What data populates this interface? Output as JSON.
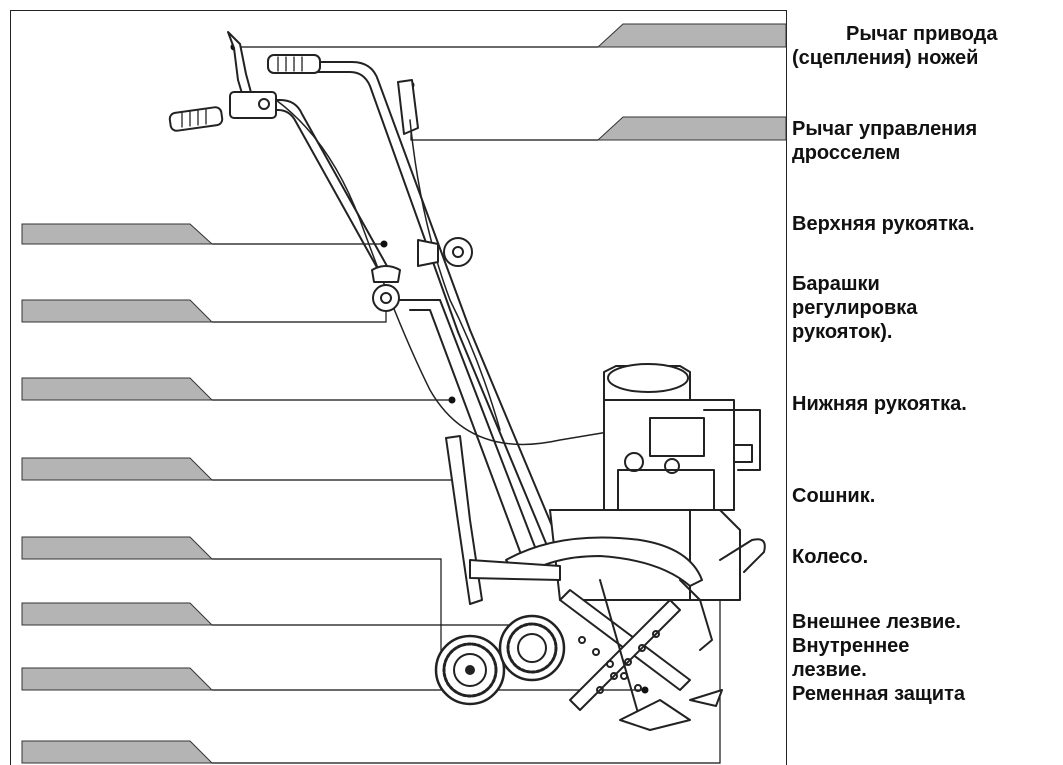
{
  "labels": {
    "knife_lever": {
      "line1_word1": "Рычаг",
      "line1_word2": "привода",
      "line2": "(сцепления) ножей"
    },
    "throttle_lever": {
      "line1_word1": "Рычаг",
      "line1_word2": "управления",
      "line2": "дросселем"
    },
    "upper_handle": "Верхняя рукоятка.",
    "wing_nuts": {
      "line1": "Барашки",
      "line2": "регулировка",
      "line3": "рукояток)."
    },
    "lower_handle": "Нижняя рукоятка.",
    "coulter": "Сошник.",
    "wheel": "Колесо.",
    "outer_blade": "Внешнее лезвие.",
    "inner_blade": {
      "line1": "Внутреннее",
      "line2": "лезвие."
    },
    "belt_guard": "Ременная защита"
  },
  "colors": {
    "tab_fill": "#b4b4b4",
    "line": "#111111",
    "frame": "#222222"
  }
}
